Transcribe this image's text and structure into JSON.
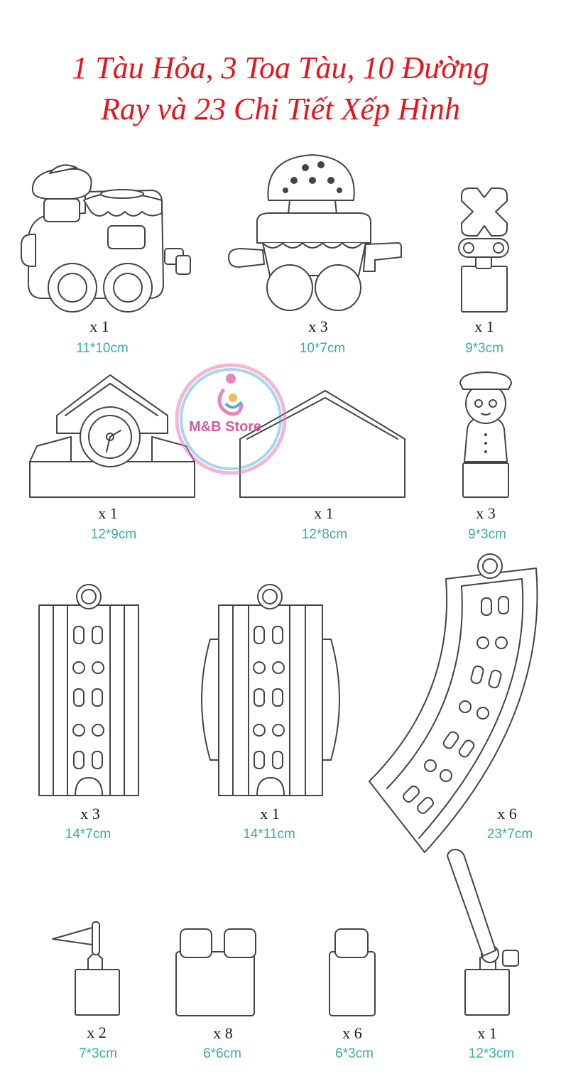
{
  "title": {
    "line1": "1 Tàu Hỏa, 3 Toa Tàu, 10 Đường",
    "line2": "Ray và 23 Chi Tiết Xếp Hình"
  },
  "watermark": {
    "text": "M&B Store",
    "colors": [
      "#e67ab0",
      "#3aa3d8"
    ]
  },
  "colors": {
    "title": "#e8141b",
    "size_text": "#3aaea0",
    "outline": "#444444"
  },
  "items": [
    {
      "name": "locomotive",
      "qty": "x 1",
      "size": "11*10cm"
    },
    {
      "name": "mushroom-wagon",
      "qty": "x 3",
      "size": "10*7cm"
    },
    {
      "name": "crossing-sign",
      "qty": "x 1",
      "size": "9*3cm"
    },
    {
      "name": "clock-station",
      "qty": "x 1",
      "size": "12*9cm"
    },
    {
      "name": "house-roof",
      "qty": "x 1",
      "size": "12*8cm"
    },
    {
      "name": "conductor-figure",
      "qty": "x 3",
      "size": "9*3cm"
    },
    {
      "name": "straight-track",
      "qty": "x 3",
      "size": "14*7cm"
    },
    {
      "name": "bridge-track",
      "qty": "x 1",
      "size": "14*11cm"
    },
    {
      "name": "curved-track",
      "qty": "x 6",
      "size": "23*7cm"
    },
    {
      "name": "flag-block",
      "qty": "x 2",
      "size": "7*3cm"
    },
    {
      "name": "double-brick",
      "qty": "x 8",
      "size": "6*6cm"
    },
    {
      "name": "single-brick",
      "qty": "x 6",
      "size": "6*3cm"
    },
    {
      "name": "barrier-gate",
      "qty": "x 1",
      "size": "12*3cm"
    }
  ]
}
